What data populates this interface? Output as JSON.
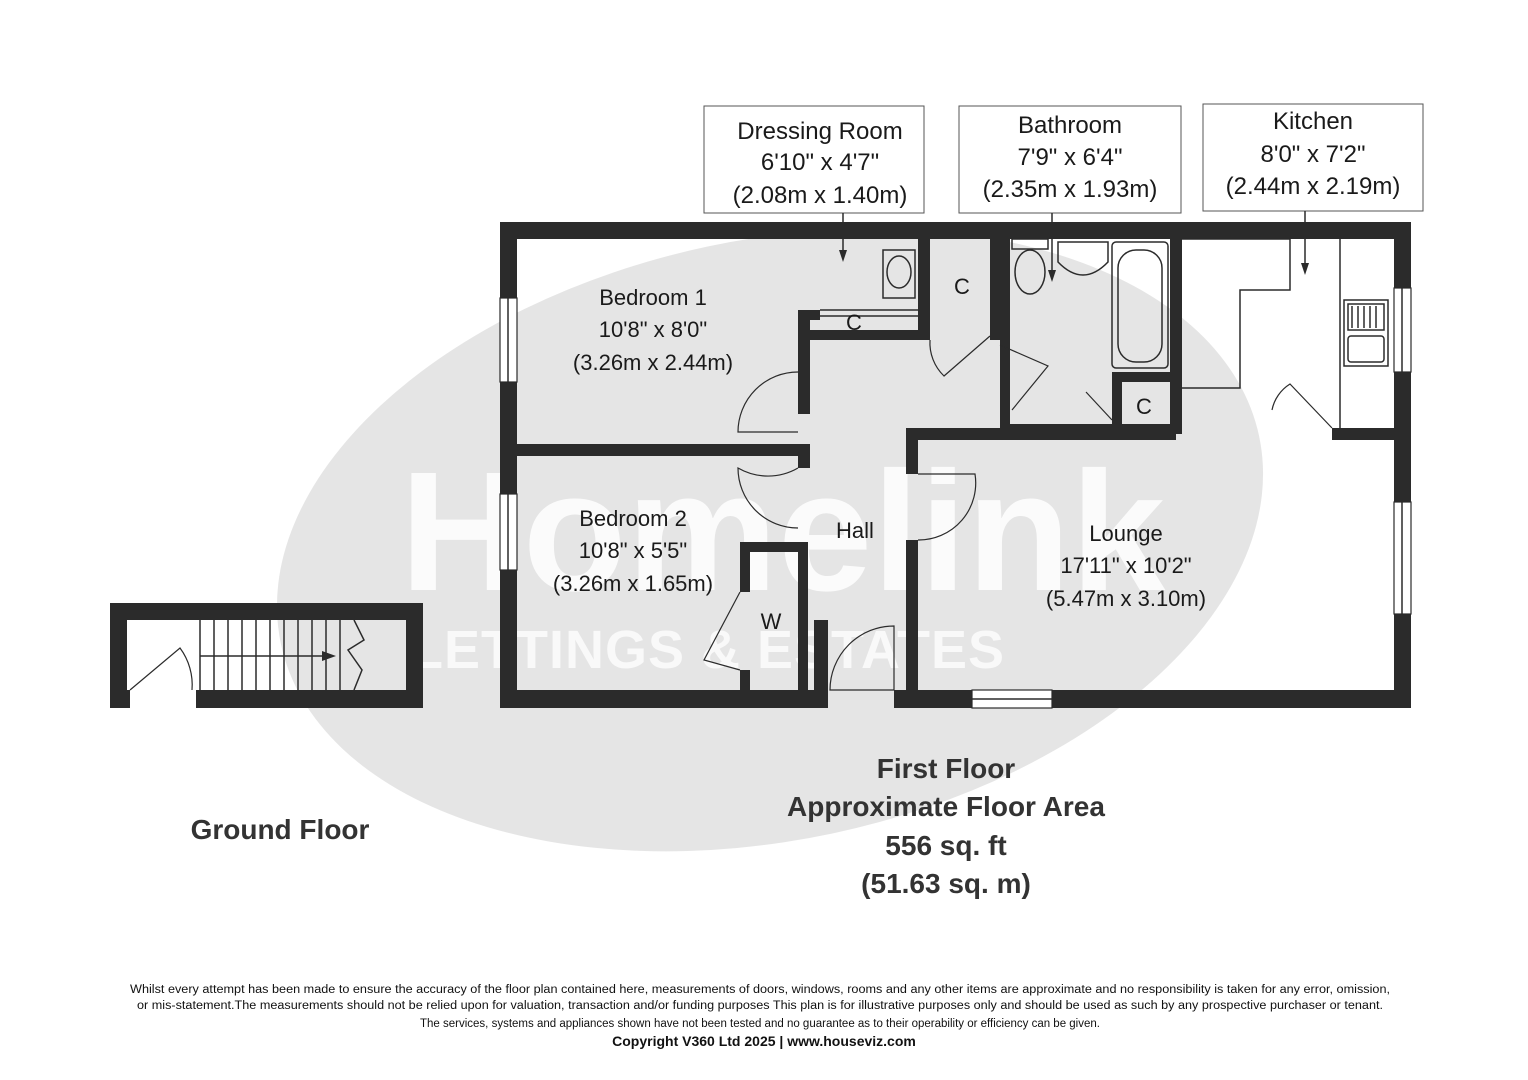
{
  "watermark": {
    "brand": "Homelink",
    "sub": "LETTINGS & ESTATES"
  },
  "rooms": {
    "bedroom1": {
      "name": "Bedroom 1",
      "imperial": "10'8\" x 8'0\"",
      "metric": "(3.26m x 2.44m)"
    },
    "bedroom2": {
      "name": "Bedroom 2",
      "imperial": "10'8\" x 5'5\"",
      "metric": "(3.26m x 1.65m)"
    },
    "hall": {
      "name": "Hall"
    },
    "lounge": {
      "name": "Lounge",
      "imperial": "17'11\" x 10'2\"",
      "metric": "(5.47m x 3.10m)"
    }
  },
  "callouts": {
    "dressing": {
      "name": "Dressing Room",
      "imperial": "6'10\" x 4'7\"",
      "metric": "(2.08m x 1.40m)"
    },
    "bathroom": {
      "name": "Bathroom",
      "imperial": "7'9\" x 6'4\"",
      "metric": "(2.35m x 1.93m)"
    },
    "kitchen": {
      "name": "Kitchen",
      "imperial": "8'0\" x 7'2\"",
      "metric": "(2.44m x 2.19m)"
    }
  },
  "labels": {
    "cupboard": "C",
    "wardrobe": "W"
  },
  "first_floor": {
    "title": "First Floor",
    "area_label": "Approximate Floor Area",
    "area_sqft": "556 sq. ft",
    "area_sqm": "(51.63 sq. m)"
  },
  "ground_floor": {
    "title": "Ground Floor"
  },
  "disclaimer": {
    "line1": "Whilst every attempt has been made to ensure the accuracy of the floor plan contained here, measurements of doors, windows, rooms and any other items are approximate and no responsibility is taken for any error, omission,",
    "line2": "or mis-statement.The measurements should not be relied upon for valuation, transaction and/or funding purposes This plan is for illustrative purposes only and should be used as such by any prospective purchaser or tenant.",
    "line3": "The services, systems and appliances shown have not been tested and no guarantee as to their operability or efficiency can be given."
  },
  "copyright": "Copyright V360 Ltd 2025 | www.houseviz.com",
  "colors": {
    "wall": "#2b2b2b",
    "watermark_ellipse": "#d9d9d9",
    "text": "#1a1a1a"
  }
}
